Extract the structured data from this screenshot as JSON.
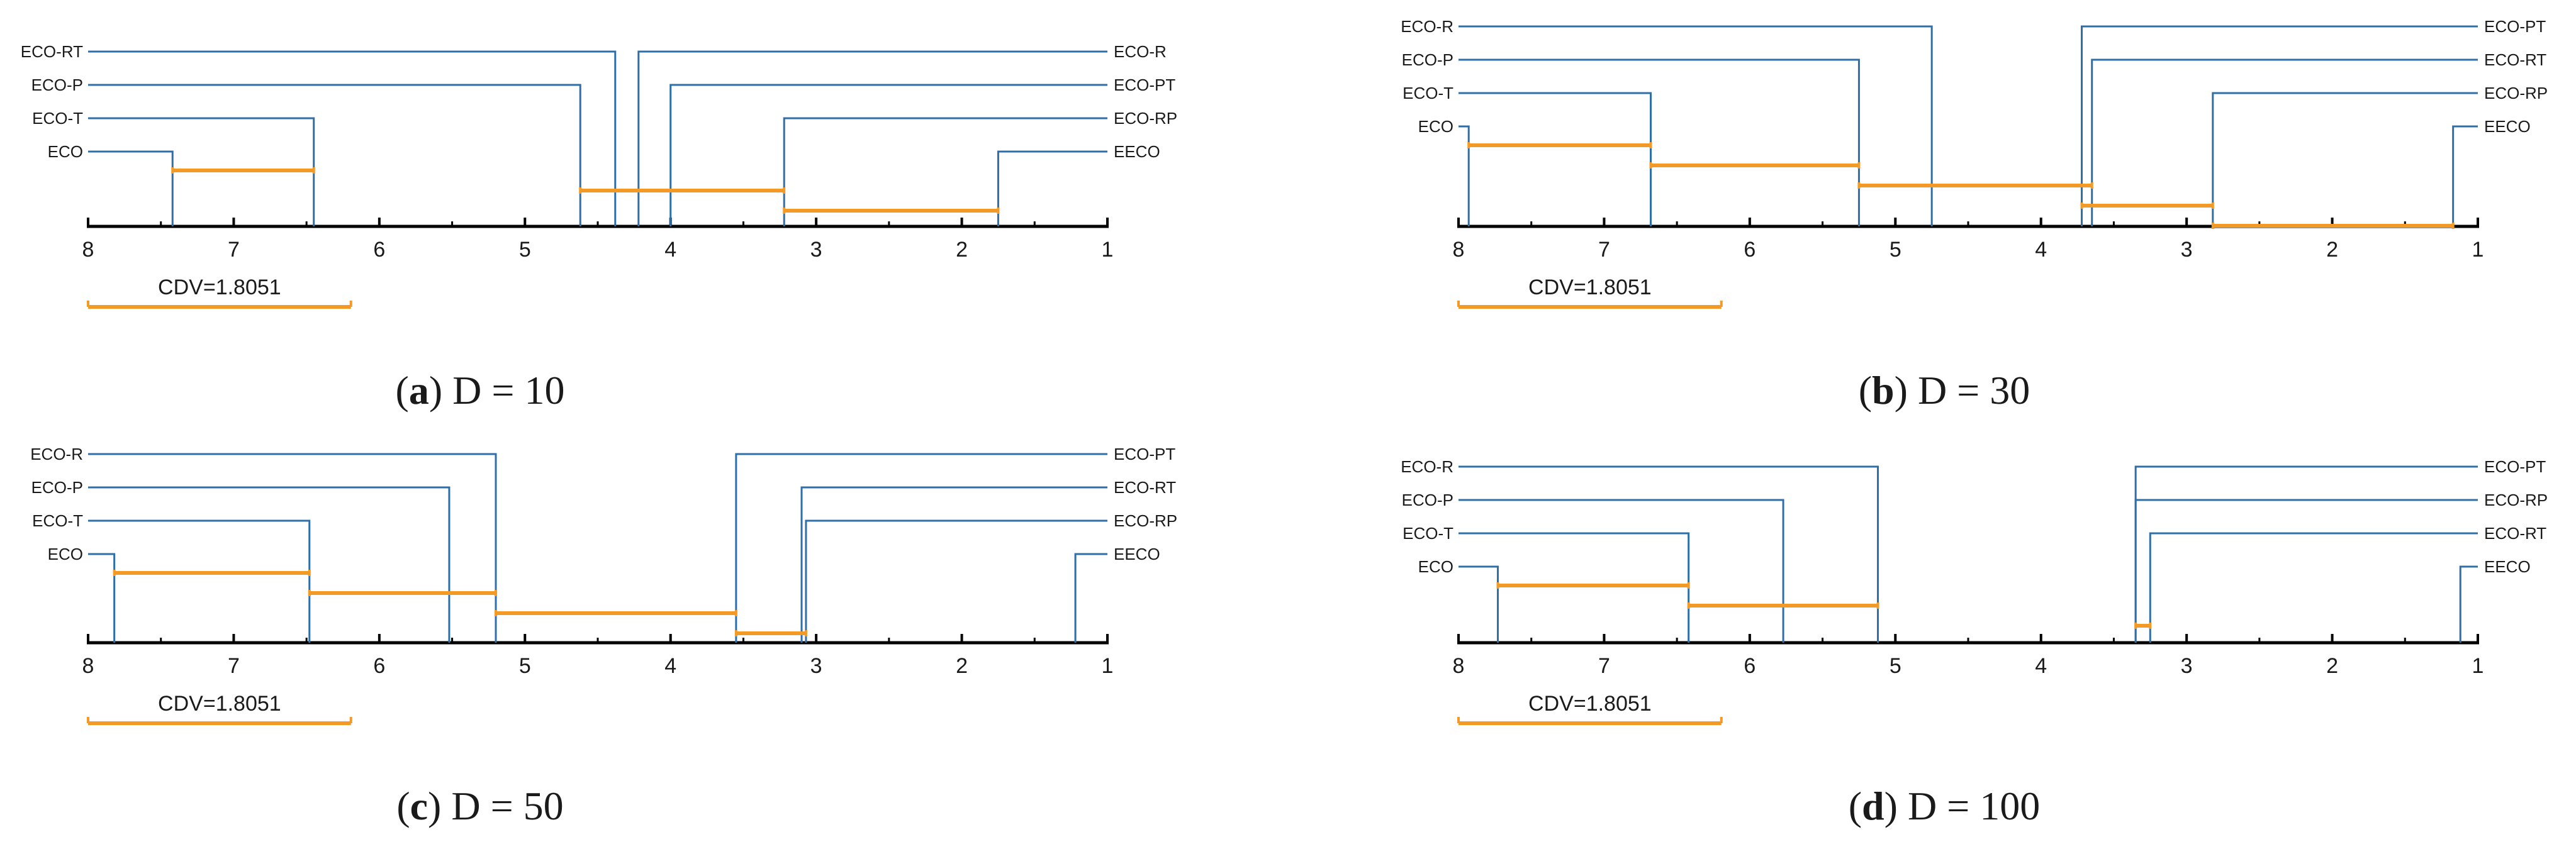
{
  "chart_data": [
    {
      "type": "critical-difference-diagram",
      "panel": "a",
      "caption_letter": "a",
      "caption_rest": "D = 10",
      "axis": {
        "min": 1,
        "max": 8,
        "ticks": [
          8,
          7,
          6,
          5,
          4,
          3,
          2,
          1
        ],
        "reversed": true
      },
      "cd_label": "CDV=1.8051",
      "cd_value": 1.8051,
      "left_methods": [
        {
          "name": "ECO-RT",
          "rank": 4.38
        },
        {
          "name": "ECO-P",
          "rank": 4.62
        },
        {
          "name": "ECO-T",
          "rank": 6.45
        },
        {
          "name": "ECO",
          "rank": 7.42
        }
      ],
      "right_methods": [
        {
          "name": "ECO-R",
          "rank": 4.22
        },
        {
          "name": "ECO-PT",
          "rank": 4.0
        },
        {
          "name": "ECO-RP",
          "rank": 3.22
        },
        {
          "name": "EECO",
          "rank": 1.75
        }
      ],
      "groups": [
        {
          "from": 7.42,
          "to": 6.45
        },
        {
          "from": 4.62,
          "to": 3.22
        },
        {
          "from": 3.22,
          "to": 1.75
        }
      ]
    },
    {
      "type": "critical-difference-diagram",
      "panel": "b",
      "caption_letter": "b",
      "caption_rest": "D = 30",
      "axis": {
        "min": 1,
        "max": 8,
        "ticks": [
          8,
          7,
          6,
          5,
          4,
          3,
          2,
          1
        ],
        "reversed": true
      },
      "cd_label": "CDV=1.8051",
      "cd_value": 1.8051,
      "left_methods": [
        {
          "name": "ECO-R",
          "rank": 4.75
        },
        {
          "name": "ECO-P",
          "rank": 5.25
        },
        {
          "name": "ECO-T",
          "rank": 6.68
        },
        {
          "name": "ECO",
          "rank": 7.93
        }
      ],
      "right_methods": [
        {
          "name": "ECO-PT",
          "rank": 3.72
        },
        {
          "name": "ECO-RT",
          "rank": 3.65
        },
        {
          "name": "ECO-RP",
          "rank": 2.82
        },
        {
          "name": "EECO",
          "rank": 1.17
        }
      ],
      "groups": [
        {
          "from": 7.93,
          "to": 6.68
        },
        {
          "from": 6.68,
          "to": 5.25
        },
        {
          "from": 5.25,
          "to": 3.65
        },
        {
          "from": 3.72,
          "to": 2.82
        },
        {
          "from": 2.82,
          "to": 1.17
        }
      ]
    },
    {
      "type": "critical-difference-diagram",
      "panel": "c",
      "caption_letter": "c",
      "caption_rest": "D = 50",
      "axis": {
        "min": 1,
        "max": 8,
        "ticks": [
          8,
          7,
          6,
          5,
          4,
          3,
          2,
          1
        ],
        "reversed": true
      },
      "cd_label": "CDV=1.8051",
      "cd_value": 1.8051,
      "left_methods": [
        {
          "name": "ECO-R",
          "rank": 5.2
        },
        {
          "name": "ECO-P",
          "rank": 5.52
        },
        {
          "name": "ECO-T",
          "rank": 6.48
        },
        {
          "name": "ECO",
          "rank": 7.82
        }
      ],
      "right_methods": [
        {
          "name": "ECO-PT",
          "rank": 3.55
        },
        {
          "name": "ECO-RT",
          "rank": 3.1
        },
        {
          "name": "ECO-RP",
          "rank": 3.07
        },
        {
          "name": "EECO",
          "rank": 1.22
        }
      ],
      "groups": [
        {
          "from": 7.82,
          "to": 6.48
        },
        {
          "from": 6.48,
          "to": 5.2
        },
        {
          "from": 5.2,
          "to": 3.55
        },
        {
          "from": 3.55,
          "to": 3.07
        }
      ]
    },
    {
      "type": "critical-difference-diagram",
      "panel": "d",
      "caption_letter": "d",
      "caption_rest": "D = 100",
      "axis": {
        "min": 1,
        "max": 8,
        "ticks": [
          8,
          7,
          6,
          5,
          4,
          3,
          2,
          1
        ],
        "reversed": true
      },
      "cd_label": "CDV=1.8051",
      "cd_value": 1.8051,
      "left_methods": [
        {
          "name": "ECO-R",
          "rank": 5.12
        },
        {
          "name": "ECO-P",
          "rank": 5.77
        },
        {
          "name": "ECO-T",
          "rank": 6.42
        },
        {
          "name": "ECO",
          "rank": 7.73
        }
      ],
      "right_methods": [
        {
          "name": "ECO-PT",
          "rank": 3.35
        },
        {
          "name": "ECO-RP",
          "rank": 3.35
        },
        {
          "name": "ECO-RT",
          "rank": 3.25
        },
        {
          "name": "EECO",
          "rank": 1.12
        }
      ],
      "groups": [
        {
          "from": 7.73,
          "to": 6.42
        },
        {
          "from": 6.42,
          "to": 5.12
        },
        {
          "from": 3.35,
          "to": 3.25
        }
      ]
    }
  ],
  "colors": {
    "method_lines": "#2f6fa8",
    "groups": "#f39a26",
    "axis": "#000000",
    "text": "#1a1a1a"
  }
}
